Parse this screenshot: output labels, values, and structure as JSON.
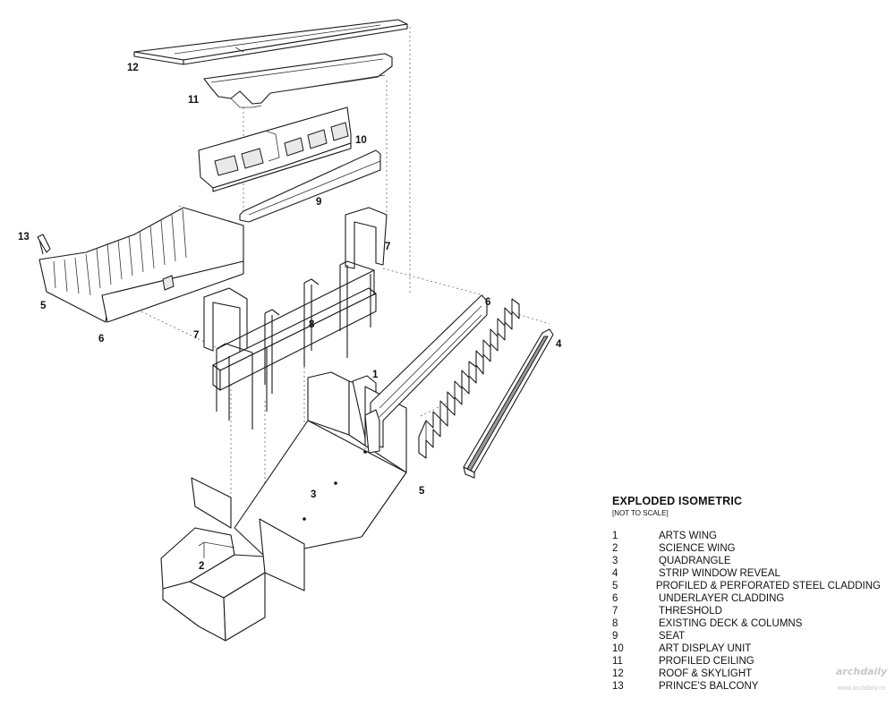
{
  "legend": {
    "title": "EXPLODED ISOMETRIC",
    "subtitle": "[NOT TO SCALE]",
    "items": [
      {
        "num": "1",
        "label": "ARTS WING"
      },
      {
        "num": "2",
        "label": "SCIENCE WING"
      },
      {
        "num": "3",
        "label": "QUADRANGLE"
      },
      {
        "num": "4",
        "label": "STRIP WINDOW REVEAL"
      },
      {
        "num": "5",
        "label": "PROFILED & PERFORATED STEEL CLADDING"
      },
      {
        "num": "6",
        "label": "UNDERLAYER CLADDING"
      },
      {
        "num": "7",
        "label": "THRESHOLD"
      },
      {
        "num": "8",
        "label": "EXISTING DECK & COLUMNS"
      },
      {
        "num": "9",
        "label": "SEAT"
      },
      {
        "num": "10",
        "label": "ART DISPLAY UNIT"
      },
      {
        "num": "11",
        "label": "PROFILED CEILING"
      },
      {
        "num": "12",
        "label": "ROOF & SKYLIGHT"
      },
      {
        "num": "13",
        "label": "PRINCE'S BALCONY"
      }
    ]
  },
  "callouts": {
    "c1": "1",
    "c2": "2",
    "c3": "3",
    "c4": "4",
    "c5a": "5",
    "c5b": "5",
    "c6a": "6",
    "c6b": "6",
    "c7a": "7",
    "c7b": "7",
    "c8": "8",
    "c9": "9",
    "c10": "10",
    "c11": "11",
    "c12": "12",
    "c13": "13"
  },
  "watermark": {
    "main": "archdaily",
    "sub": "www.archdaily.cn"
  }
}
